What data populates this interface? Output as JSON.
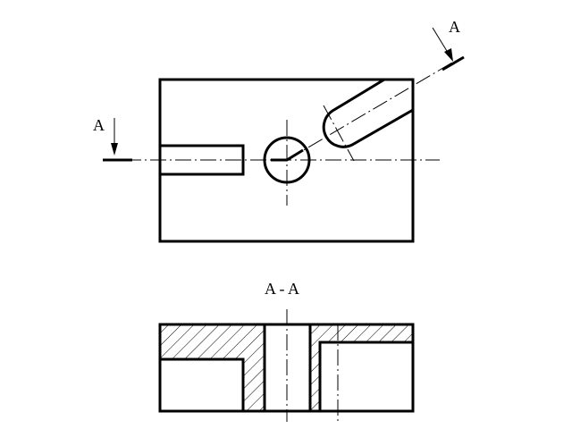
{
  "labels": {
    "left_section_letter": "A",
    "right_section_letter": "A",
    "section_view_title": "A - A"
  }
}
